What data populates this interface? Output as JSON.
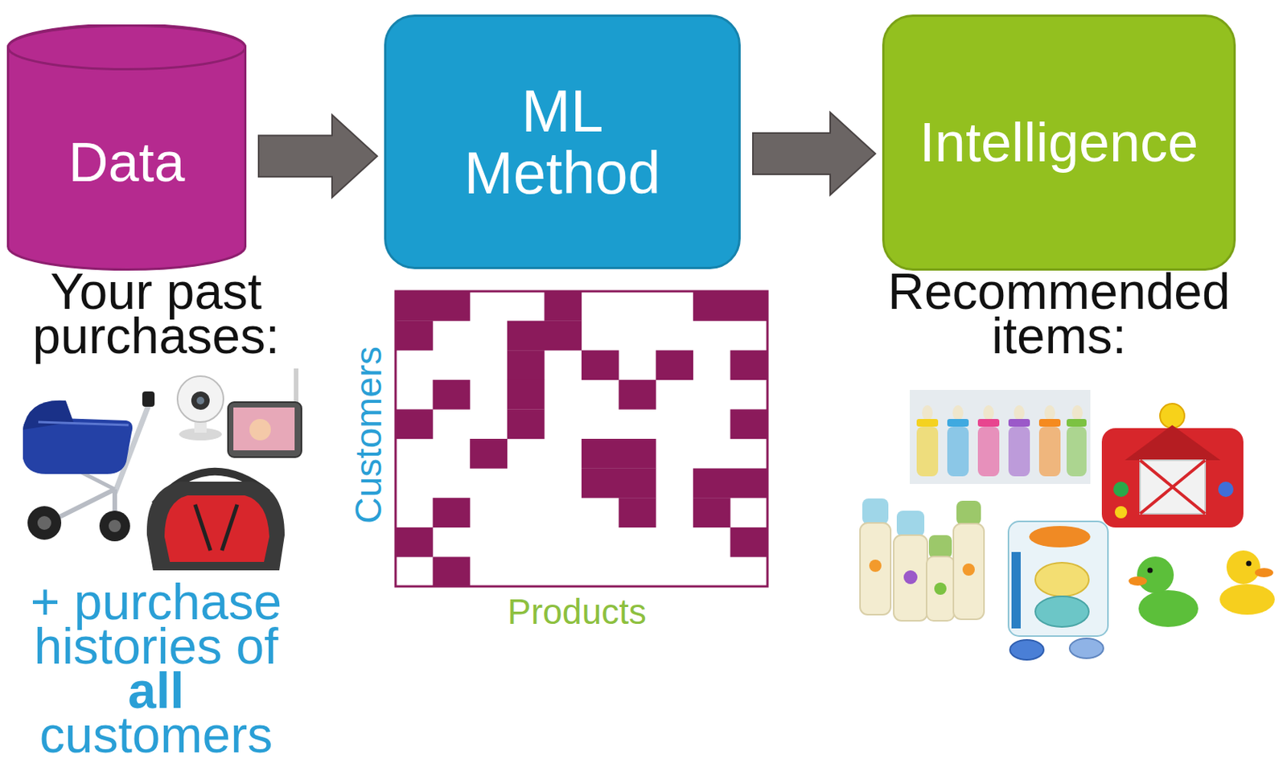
{
  "diagram": {
    "nodes": [
      {
        "text": [
          "Data"
        ]
      },
      {
        "text": [
          "ML Method"
        ]
      },
      {
        "text": [
          "Intelligence"
        ]
      }
    ],
    "edges": [
      {
        "from": 0,
        "to": 1,
        "arrow": "to"
      },
      {
        "from": 1,
        "to": 2,
        "arrow": "to"
      }
    ],
    "labels": [
      "Your past purchases:",
      "+ purchase histories of",
      "all",
      "customers",
      "Customers",
      "Products",
      "Recommended items:"
    ]
  }
}
